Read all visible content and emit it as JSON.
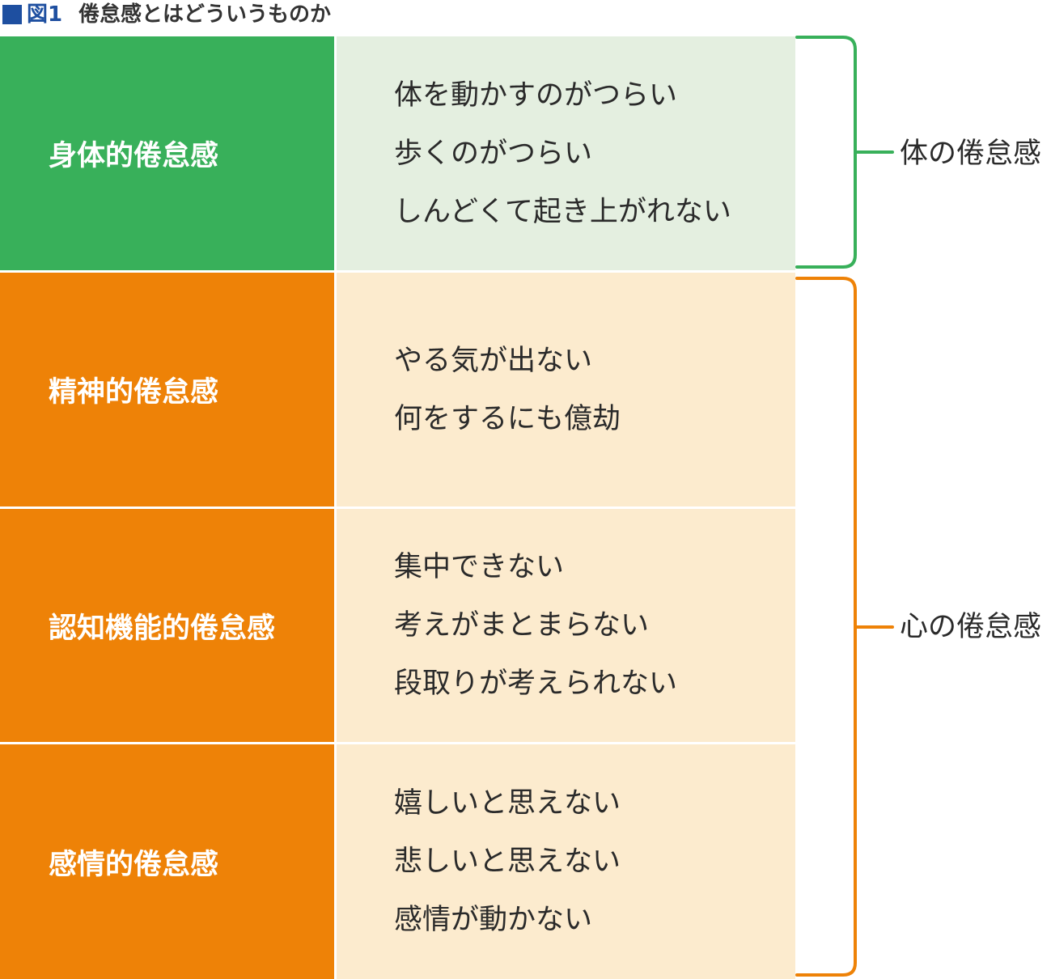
{
  "title": {
    "figure_number": "図1",
    "text": "倦怠感とはどういうものか"
  },
  "colors": {
    "title_square": "#1e4fa0",
    "title_figno": "#1e4fa0",
    "green": "#38b05a",
    "green_light": "#e4efe0",
    "orange": "#ee8207",
    "orange_light": "#fcebce",
    "divider": "#ffffff"
  },
  "rows": [
    {
      "category": "身体的倦怠感",
      "group": "body",
      "symptoms": [
        "体を動かすのがつらい",
        "歩くのがつらい",
        "しんどくて起き上がれない"
      ]
    },
    {
      "category": "精神的倦怠感",
      "group": "mind",
      "symptoms": [
        "やる気が出ない",
        "何をするにも億劫"
      ]
    },
    {
      "category": "認知機能的倦怠感",
      "group": "mind",
      "symptoms": [
        "集中できない",
        "考えがまとまらない",
        "段取りが考えられない"
      ]
    },
    {
      "category": "感情的倦怠感",
      "group": "mind",
      "symptoms": [
        "嬉しいと思えない",
        "悲しいと思えない",
        "感情が動かない"
      ]
    }
  ],
  "groups": {
    "body": {
      "label": "体の倦怠感"
    },
    "mind": {
      "label": "心の倦怠感"
    }
  }
}
